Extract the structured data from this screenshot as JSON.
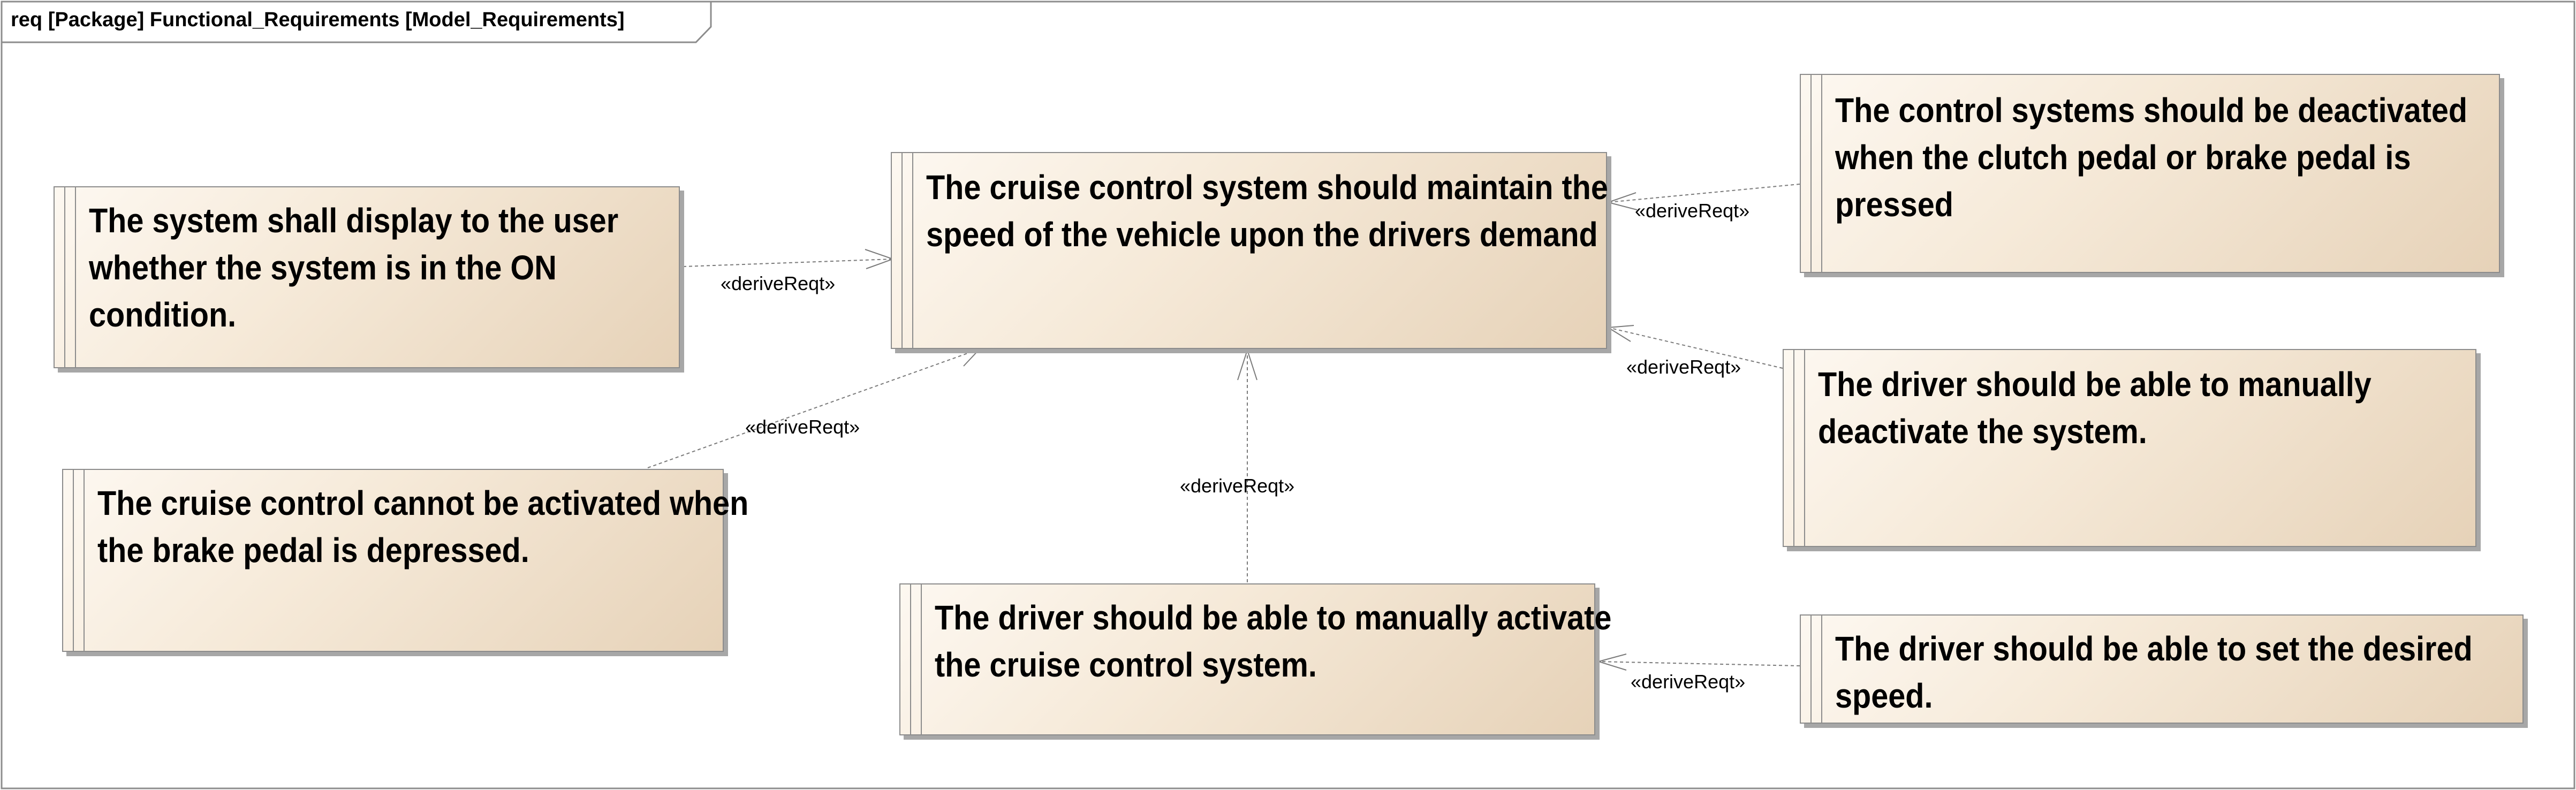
{
  "diagram": {
    "frame_title": "req [Package] Functional_Requirements [Model_Requirements]"
  },
  "requirements": {
    "center": "The cruise control system should maintain the speed of the vehicle upon the drivers demand",
    "display_on": "The system shall display to the user whether the system is in the ON condition.",
    "brake_not_activate": "The cruise control cannot be activated when the brake pedal is depressed.",
    "manual_activate": "The driver should be able to manually activate the cruise control system.",
    "clutch_brake_deactivate": "The control systems should be deactivated when the clutch pedal or brake pedal is pressed",
    "manual_deactivate": "The driver should be able to manually deactivate the system.",
    "set_speed": "The driver should be able to set the desired speed."
  },
  "relations": {
    "display_on": "«deriveReqt»",
    "brake_not_activate": "«deriveReqt»",
    "manual_activate": "«deriveReqt»",
    "clutch_brake_deactivate": "«deriveReqt»",
    "manual_deactivate": "«deriveReqt»",
    "set_speed": "«deriveReqt»"
  }
}
